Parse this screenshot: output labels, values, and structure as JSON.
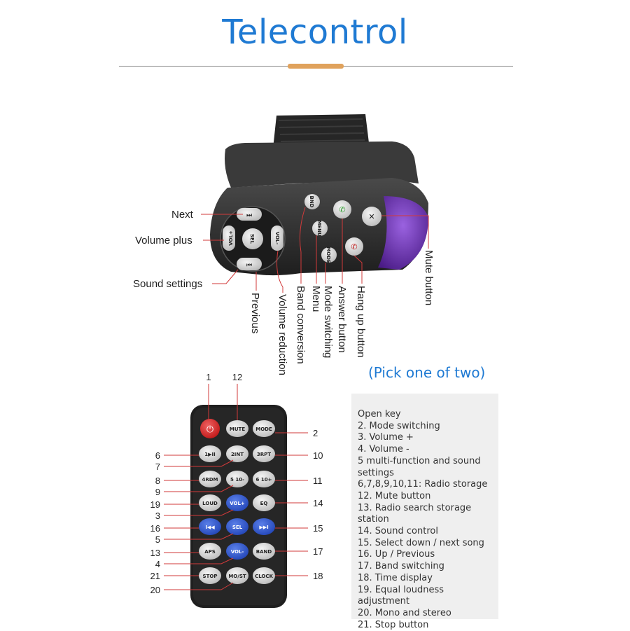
{
  "title": "Telecontrol",
  "pick_note": "(Pick one of two)",
  "steering_labels": {
    "next": "Next",
    "volume_plus": "Volume plus",
    "sound_settings": "Sound settings",
    "previous": "Previous",
    "volume_reduction": "Volume reduction",
    "band_conversion": "Band conversion",
    "menu": "Menu",
    "mode_switching": "Mode switching",
    "answer_button": "Answer button",
    "hang_up_button": "Hang up button",
    "mute_button": "Mute button"
  },
  "steering_keys": {
    "vol_plus": "VOL+",
    "sel": "SEL",
    "vol_minus": "VOL-",
    "bnd": "BND",
    "menu": "MENU",
    "mode": "MODE"
  },
  "remote": {
    "buttons": {
      "mute": "MUTE",
      "mode": "MODE",
      "play": "1▶II",
      "int": "2INT",
      "rpt": "3RPT",
      "rdm": "4RDM",
      "b5": "5 10-",
      "b6": "6 10+",
      "loud": "LOUD",
      "volp": "VOL+",
      "eq": "EQ",
      "prev": "I◀◀",
      "sel": "SEL",
      "next": "▶▶I",
      "aps": "APS",
      "volm": "VOL-",
      "band": "BAND",
      "stop": "STOP",
      "most": "MO/ST",
      "clock": "CLOCK"
    },
    "callouts": {
      "n1": "1",
      "n12": "12",
      "n2": "2",
      "n6": "6",
      "n7": "7",
      "n10": "10",
      "n8": "8",
      "n11": "11",
      "n9": "9",
      "n19": "19",
      "n14": "14",
      "n3": "3",
      "n16": "16",
      "n15": "15",
      "n5": "5",
      "n13": "13",
      "n17": "17",
      "n4": "4",
      "n21": "21",
      "n18": "18",
      "n20": "20"
    }
  },
  "legend": [
    "Open key",
    "2. Mode switching",
    "3. Volume +",
    "4. Volume -",
    "5 multi-function and sound",
    "settings",
    "6,7,8,9,10,11: Radio storage",
    "12. Mute button",
    "13. Radio search storage station",
    "14. Sound control",
    "15. Select down / next song",
    "16. Up / Previous",
    "17. Band switching",
    "18. Time display",
    "19. Equal loudness adjustment",
    "20. Mono and stereo",
    "21. Stop button"
  ]
}
